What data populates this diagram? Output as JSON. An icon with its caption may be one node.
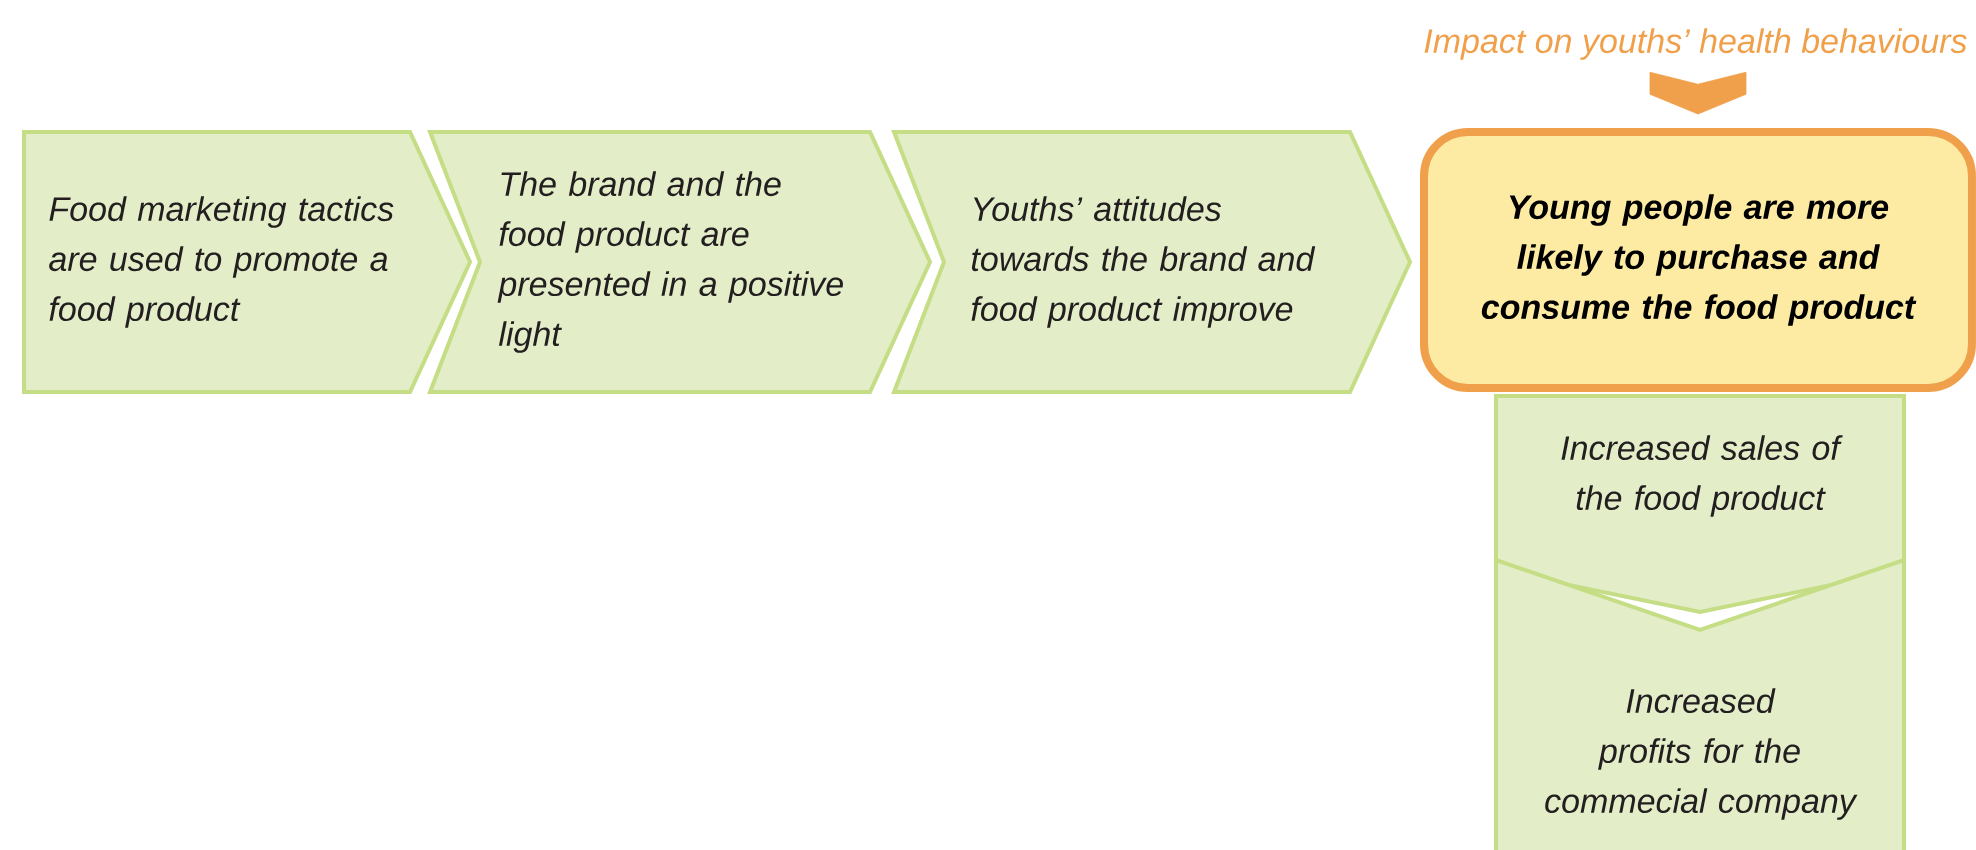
{
  "diagram": {
    "nodes": [
      {
        "text": [
          "Food marketing tactics are used to promote a food product"
        ]
      },
      {
        "text": [
          "The brand and the food product are presented in a positive light"
        ]
      },
      {
        "text": [
          "Youths’ attitudes towards the brand and food product improve"
        ]
      },
      {
        "text": [
          "Young people are more likely to purchase and consume the food product"
        ]
      },
      {
        "text": [
          "Increased sales of the food product"
        ]
      },
      {
        "text": [
          "Increased profits for the commecial company"
        ]
      },
      {
        "text": [
          "Impact on youths’ health behaviours"
        ]
      }
    ],
    "edges": [
      {
        "from": 6,
        "to": 3,
        "arrow": "to",
        "color": "#f0a04b"
      }
    ]
  }
}
